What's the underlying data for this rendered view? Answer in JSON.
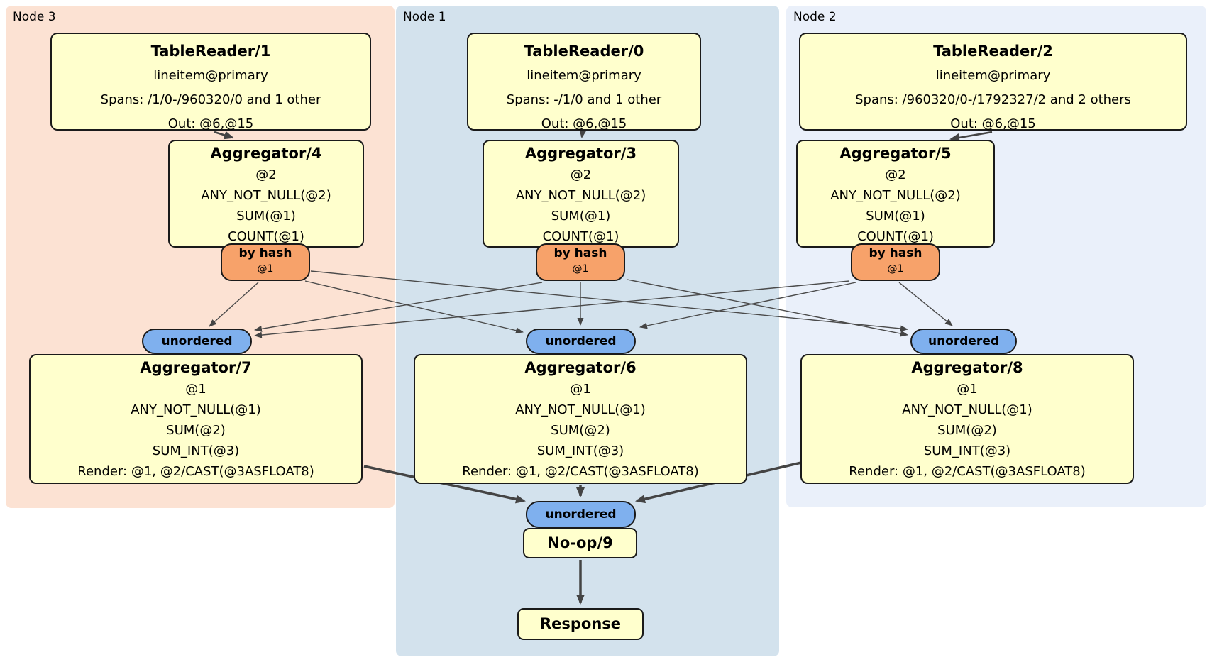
{
  "regions": {
    "node3": {
      "label": "Node 3"
    },
    "node1": {
      "label": "Node 1"
    },
    "node2": {
      "label": "Node 2"
    }
  },
  "nodes": {
    "tablereader1": {
      "title": "TableReader/1",
      "index": "lineitem@primary",
      "spans": "Spans: /1/0-/960320/0 and 1 other",
      "out": "Out: @6,@15"
    },
    "tablereader0": {
      "title": "TableReader/0",
      "index": "lineitem@primary",
      "spans": "Spans: -/1/0 and 1 other",
      "out": "Out: @6,@15"
    },
    "tablereader2": {
      "title": "TableReader/2",
      "index": "lineitem@primary",
      "spans": "Spans: /960320/0-/1792327/2 and 2 others",
      "out": "Out: @6,@15"
    },
    "aggregator4": {
      "title": "Aggregator/4",
      "lines": [
        "@2",
        "ANY_NOT_NULL(@2)",
        "SUM(@1)",
        "COUNT(@1)"
      ]
    },
    "aggregator3": {
      "title": "Aggregator/3",
      "lines": [
        "@2",
        "ANY_NOT_NULL(@2)",
        "SUM(@1)",
        "COUNT(@1)"
      ]
    },
    "aggregator5": {
      "title": "Aggregator/5",
      "lines": [
        "@2",
        "ANY_NOT_NULL(@2)",
        "SUM(@1)",
        "COUNT(@1)"
      ]
    },
    "router4": {
      "title": "by hash",
      "key": "@1"
    },
    "router3": {
      "title": "by hash",
      "key": "@1"
    },
    "router5": {
      "title": "by hash",
      "key": "@1"
    },
    "stream_left": {
      "label": "unordered"
    },
    "stream_mid": {
      "label": "unordered"
    },
    "stream_right": {
      "label": "unordered"
    },
    "stream_final": {
      "label": "unordered"
    },
    "aggregator7": {
      "title": "Aggregator/7",
      "lines": [
        "@1",
        "ANY_NOT_NULL(@1)",
        "SUM(@2)",
        "SUM_INT(@3)",
        "Render: @1, @2/CAST(@3ASFLOAT8)"
      ]
    },
    "aggregator6": {
      "title": "Aggregator/6",
      "lines": [
        "@1",
        "ANY_NOT_NULL(@1)",
        "SUM(@2)",
        "SUM_INT(@3)",
        "Render: @1, @2/CAST(@3ASFLOAT8)"
      ]
    },
    "aggregator8": {
      "title": "Aggregator/8",
      "lines": [
        "@1",
        "ANY_NOT_NULL(@1)",
        "SUM(@2)",
        "SUM_INT(@3)",
        "Render: @1, @2/CAST(@3ASFLOAT8)"
      ]
    },
    "noop": {
      "title": "No-op/9"
    },
    "response": {
      "title": "Response"
    }
  }
}
